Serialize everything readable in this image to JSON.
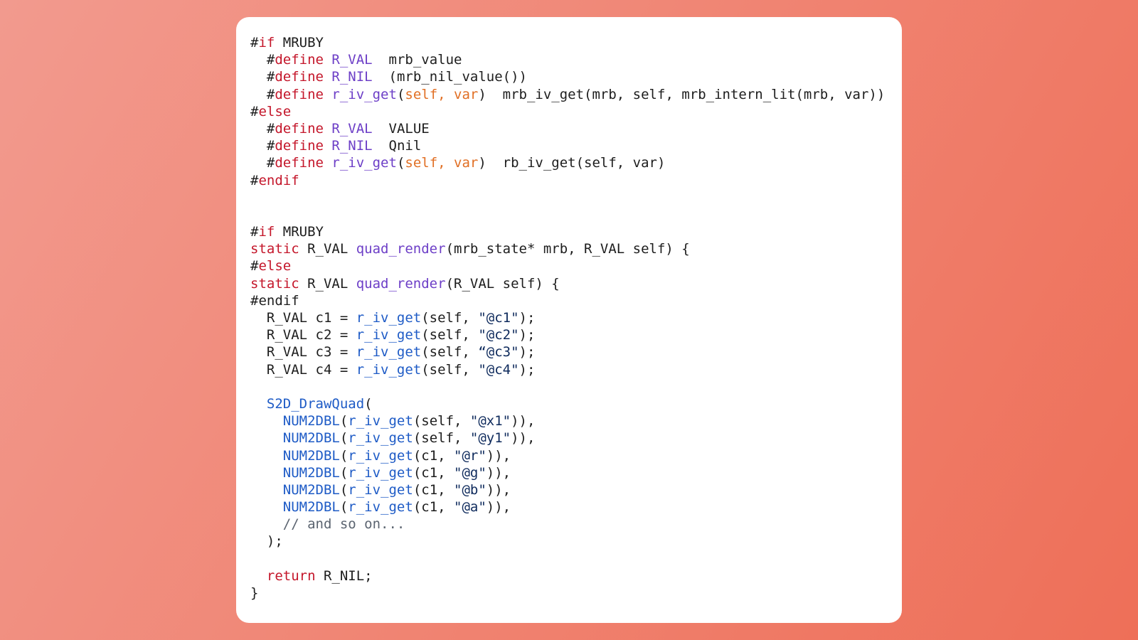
{
  "colors": {
    "background_start": "#f29a8e",
    "background_end": "#ee6f58",
    "card": "#ffffff",
    "plain": "#1d1d1d",
    "keyword": "#c4162a",
    "macro": "#6d3fc7",
    "param": "#e16f24",
    "func": "#1e5bc6",
    "string": "#0e2a5c",
    "comment": "#5b6470"
  },
  "code": {
    "lines": [
      [
        {
          "t": "#",
          "k": "plain"
        },
        {
          "t": "if",
          "k": "keyword"
        },
        {
          "t": " MRUBY",
          "k": "plain"
        }
      ],
      [
        {
          "t": "  #",
          "k": "plain"
        },
        {
          "t": "define",
          "k": "keyword"
        },
        {
          "t": " ",
          "k": "plain"
        },
        {
          "t": "R_VAL",
          "k": "macro"
        },
        {
          "t": "  mrb_value",
          "k": "plain"
        }
      ],
      [
        {
          "t": "  #",
          "k": "plain"
        },
        {
          "t": "define",
          "k": "keyword"
        },
        {
          "t": " ",
          "k": "plain"
        },
        {
          "t": "R_NIL",
          "k": "macro"
        },
        {
          "t": "  (mrb_nil_value())",
          "k": "plain"
        }
      ],
      [
        {
          "t": "  #",
          "k": "plain"
        },
        {
          "t": "define",
          "k": "keyword"
        },
        {
          "t": " ",
          "k": "plain"
        },
        {
          "t": "r_iv_get",
          "k": "macro"
        },
        {
          "t": "(",
          "k": "plain"
        },
        {
          "t": "self, var",
          "k": "param"
        },
        {
          "t": ")  mrb_iv_get(mrb, self, mrb_intern_lit(mrb, var))",
          "k": "plain"
        }
      ],
      [
        {
          "t": "#",
          "k": "plain"
        },
        {
          "t": "else",
          "k": "keyword"
        }
      ],
      [
        {
          "t": "  #",
          "k": "plain"
        },
        {
          "t": "define",
          "k": "keyword"
        },
        {
          "t": " ",
          "k": "plain"
        },
        {
          "t": "R_VAL",
          "k": "macro"
        },
        {
          "t": "  VALUE",
          "k": "plain"
        }
      ],
      [
        {
          "t": "  #",
          "k": "plain"
        },
        {
          "t": "define",
          "k": "keyword"
        },
        {
          "t": " ",
          "k": "plain"
        },
        {
          "t": "R_NIL",
          "k": "macro"
        },
        {
          "t": "  Qnil",
          "k": "plain"
        }
      ],
      [
        {
          "t": "  #",
          "k": "plain"
        },
        {
          "t": "define",
          "k": "keyword"
        },
        {
          "t": " ",
          "k": "plain"
        },
        {
          "t": "r_iv_get",
          "k": "macro"
        },
        {
          "t": "(",
          "k": "plain"
        },
        {
          "t": "self, var",
          "k": "param"
        },
        {
          "t": ")  rb_iv_get(self, var)",
          "k": "plain"
        }
      ],
      [
        {
          "t": "#",
          "k": "plain"
        },
        {
          "t": "endif",
          "k": "keyword"
        }
      ],
      [],
      [],
      [
        {
          "t": "#",
          "k": "plain"
        },
        {
          "t": "if",
          "k": "keyword"
        },
        {
          "t": " MRUBY",
          "k": "plain"
        }
      ],
      [
        {
          "t": "static",
          "k": "keyword"
        },
        {
          "t": " R_VAL ",
          "k": "plain"
        },
        {
          "t": "quad_render",
          "k": "macro"
        },
        {
          "t": "(mrb_state* mrb, R_VAL self) {",
          "k": "plain"
        }
      ],
      [
        {
          "t": "#",
          "k": "plain"
        },
        {
          "t": "else",
          "k": "keyword"
        }
      ],
      [
        {
          "t": "static",
          "k": "keyword"
        },
        {
          "t": " R_VAL ",
          "k": "plain"
        },
        {
          "t": "quad_render",
          "k": "macro"
        },
        {
          "t": "(R_VAL self) {",
          "k": "plain"
        }
      ],
      [
        {
          "t": "#endif",
          "k": "plain"
        }
      ],
      [
        {
          "t": "  R_VAL c1 = ",
          "k": "plain"
        },
        {
          "t": "r_iv_get",
          "k": "func"
        },
        {
          "t": "(self, ",
          "k": "plain"
        },
        {
          "t": "\"@c1\"",
          "k": "string"
        },
        {
          "t": ");",
          "k": "plain"
        }
      ],
      [
        {
          "t": "  R_VAL c2 = ",
          "k": "plain"
        },
        {
          "t": "r_iv_get",
          "k": "func"
        },
        {
          "t": "(self, ",
          "k": "plain"
        },
        {
          "t": "\"@c2\"",
          "k": "string"
        },
        {
          "t": ");",
          "k": "plain"
        }
      ],
      [
        {
          "t": "  R_VAL c3 = ",
          "k": "plain"
        },
        {
          "t": "r_iv_get",
          "k": "func"
        },
        {
          "t": "(self, ",
          "k": "plain"
        },
        {
          "t": "“@c3\"",
          "k": "string"
        },
        {
          "t": ");",
          "k": "plain"
        }
      ],
      [
        {
          "t": "  R_VAL c4 = ",
          "k": "plain"
        },
        {
          "t": "r_iv_get",
          "k": "func"
        },
        {
          "t": "(self, ",
          "k": "plain"
        },
        {
          "t": "\"@c4\"",
          "k": "string"
        },
        {
          "t": ");",
          "k": "plain"
        }
      ],
      [],
      [
        {
          "t": "  ",
          "k": "plain"
        },
        {
          "t": "S2D_DrawQuad",
          "k": "func"
        },
        {
          "t": "(",
          "k": "plain"
        }
      ],
      [
        {
          "t": "    ",
          "k": "plain"
        },
        {
          "t": "NUM2DBL",
          "k": "func"
        },
        {
          "t": "(",
          "k": "plain"
        },
        {
          "t": "r_iv_get",
          "k": "func"
        },
        {
          "t": "(self, ",
          "k": "plain"
        },
        {
          "t": "\"@x1\"",
          "k": "string"
        },
        {
          "t": ")),",
          "k": "plain"
        }
      ],
      [
        {
          "t": "    ",
          "k": "plain"
        },
        {
          "t": "NUM2DBL",
          "k": "func"
        },
        {
          "t": "(",
          "k": "plain"
        },
        {
          "t": "r_iv_get",
          "k": "func"
        },
        {
          "t": "(self, ",
          "k": "plain"
        },
        {
          "t": "\"@y1\"",
          "k": "string"
        },
        {
          "t": ")),",
          "k": "plain"
        }
      ],
      [
        {
          "t": "    ",
          "k": "plain"
        },
        {
          "t": "NUM2DBL",
          "k": "func"
        },
        {
          "t": "(",
          "k": "plain"
        },
        {
          "t": "r_iv_get",
          "k": "func"
        },
        {
          "t": "(c1, ",
          "k": "plain"
        },
        {
          "t": "\"@r\"",
          "k": "string"
        },
        {
          "t": ")),",
          "k": "plain"
        }
      ],
      [
        {
          "t": "    ",
          "k": "plain"
        },
        {
          "t": "NUM2DBL",
          "k": "func"
        },
        {
          "t": "(",
          "k": "plain"
        },
        {
          "t": "r_iv_get",
          "k": "func"
        },
        {
          "t": "(c1, ",
          "k": "plain"
        },
        {
          "t": "\"@g\"",
          "k": "string"
        },
        {
          "t": ")),",
          "k": "plain"
        }
      ],
      [
        {
          "t": "    ",
          "k": "plain"
        },
        {
          "t": "NUM2DBL",
          "k": "func"
        },
        {
          "t": "(",
          "k": "plain"
        },
        {
          "t": "r_iv_get",
          "k": "func"
        },
        {
          "t": "(c1, ",
          "k": "plain"
        },
        {
          "t": "\"@b\"",
          "k": "string"
        },
        {
          "t": ")),",
          "k": "plain"
        }
      ],
      [
        {
          "t": "    ",
          "k": "plain"
        },
        {
          "t": "NUM2DBL",
          "k": "func"
        },
        {
          "t": "(",
          "k": "plain"
        },
        {
          "t": "r_iv_get",
          "k": "func"
        },
        {
          "t": "(c1, ",
          "k": "plain"
        },
        {
          "t": "\"@a\"",
          "k": "string"
        },
        {
          "t": ")),",
          "k": "plain"
        }
      ],
      [
        {
          "t": "    // and so on...",
          "k": "comment"
        }
      ],
      [
        {
          "t": "  );",
          "k": "plain"
        }
      ],
      [],
      [
        {
          "t": "  ",
          "k": "plain"
        },
        {
          "t": "return",
          "k": "keyword"
        },
        {
          "t": " R_NIL;",
          "k": "plain"
        }
      ],
      [
        {
          "t": "}",
          "k": "plain"
        }
      ]
    ]
  }
}
